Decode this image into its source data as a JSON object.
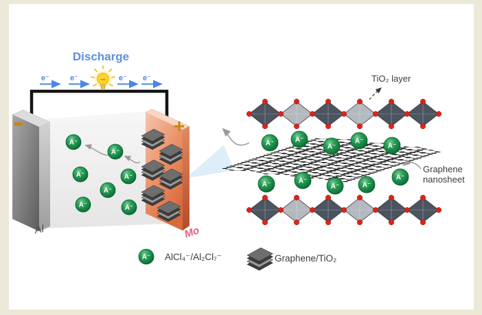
{
  "background": {
    "page_color": "#ece9d8",
    "card_color": "#ffffff"
  },
  "battery_panel": {
    "discharge_label": "Discharge",
    "electron_label": "e⁻",
    "minus_label": "−",
    "plus_label": "+",
    "al_label": "Al",
    "mo_label": "Mo"
  },
  "magnified_panel": {
    "tio2_label": "TiO₂ layer",
    "graphene_label_line1": "Graphene",
    "graphene_label_line2": "nanosheet"
  },
  "legend": {
    "ion_symbol": "A⁻",
    "ion_label": "AlCl₄⁻/Al₂Cl₇⁻",
    "stack_label": "Graphene/TiO₂"
  },
  "colors": {
    "discharge_blue": "#5c8fdc",
    "electron_blue": "#4a86e8",
    "terminal_orange": "#c8860d",
    "ion_green": "#178a43",
    "mo_salmon": "#dd7348",
    "mo_label_pink": "#e35f7d",
    "tio2_red": "#dc241c",
    "bulb_yellow": "#fcd32f"
  }
}
